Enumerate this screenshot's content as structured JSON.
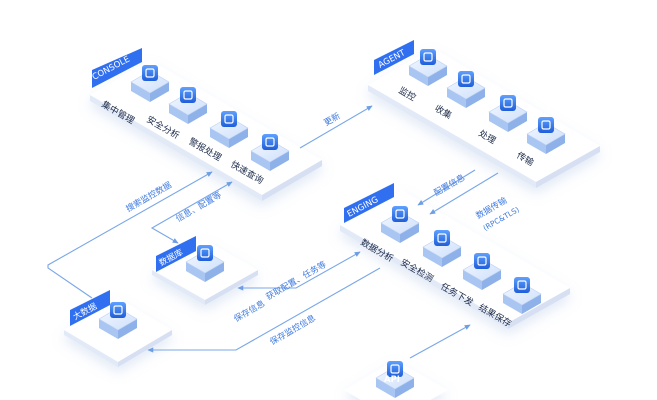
{
  "console": {
    "title": "CONSOLE",
    "items": [
      "集中管理",
      "安全分析",
      "警报处理",
      "快速查询"
    ]
  },
  "agent": {
    "title": "AGENT",
    "items": [
      "监控",
      "收集",
      "处理",
      "传输"
    ]
  },
  "engine": {
    "title": "ENGING",
    "items": [
      "数据分析",
      "安全检测",
      "任务下发",
      "结果保存"
    ]
  },
  "database": {
    "title": "数据库"
  },
  "bigdata": {
    "title": "大数据"
  },
  "api": {
    "label": "API"
  },
  "flows": {
    "update": "更新",
    "config_info": "配置信息",
    "data_transfer_1": "数据传输",
    "data_transfer_2": "(RPC&TLS)",
    "search_monitor": "搜索监控数据",
    "info_config": "信息、配置等",
    "get_config_tasks": "获取配置、任务等",
    "save_info": "保存信息",
    "save_monitor_info": "保存监控信息"
  },
  "colors": {
    "accent": "#2f6ff0",
    "platform": "#ffffff",
    "platform_side": "#e7edf8",
    "line": "#7aa7e8"
  }
}
